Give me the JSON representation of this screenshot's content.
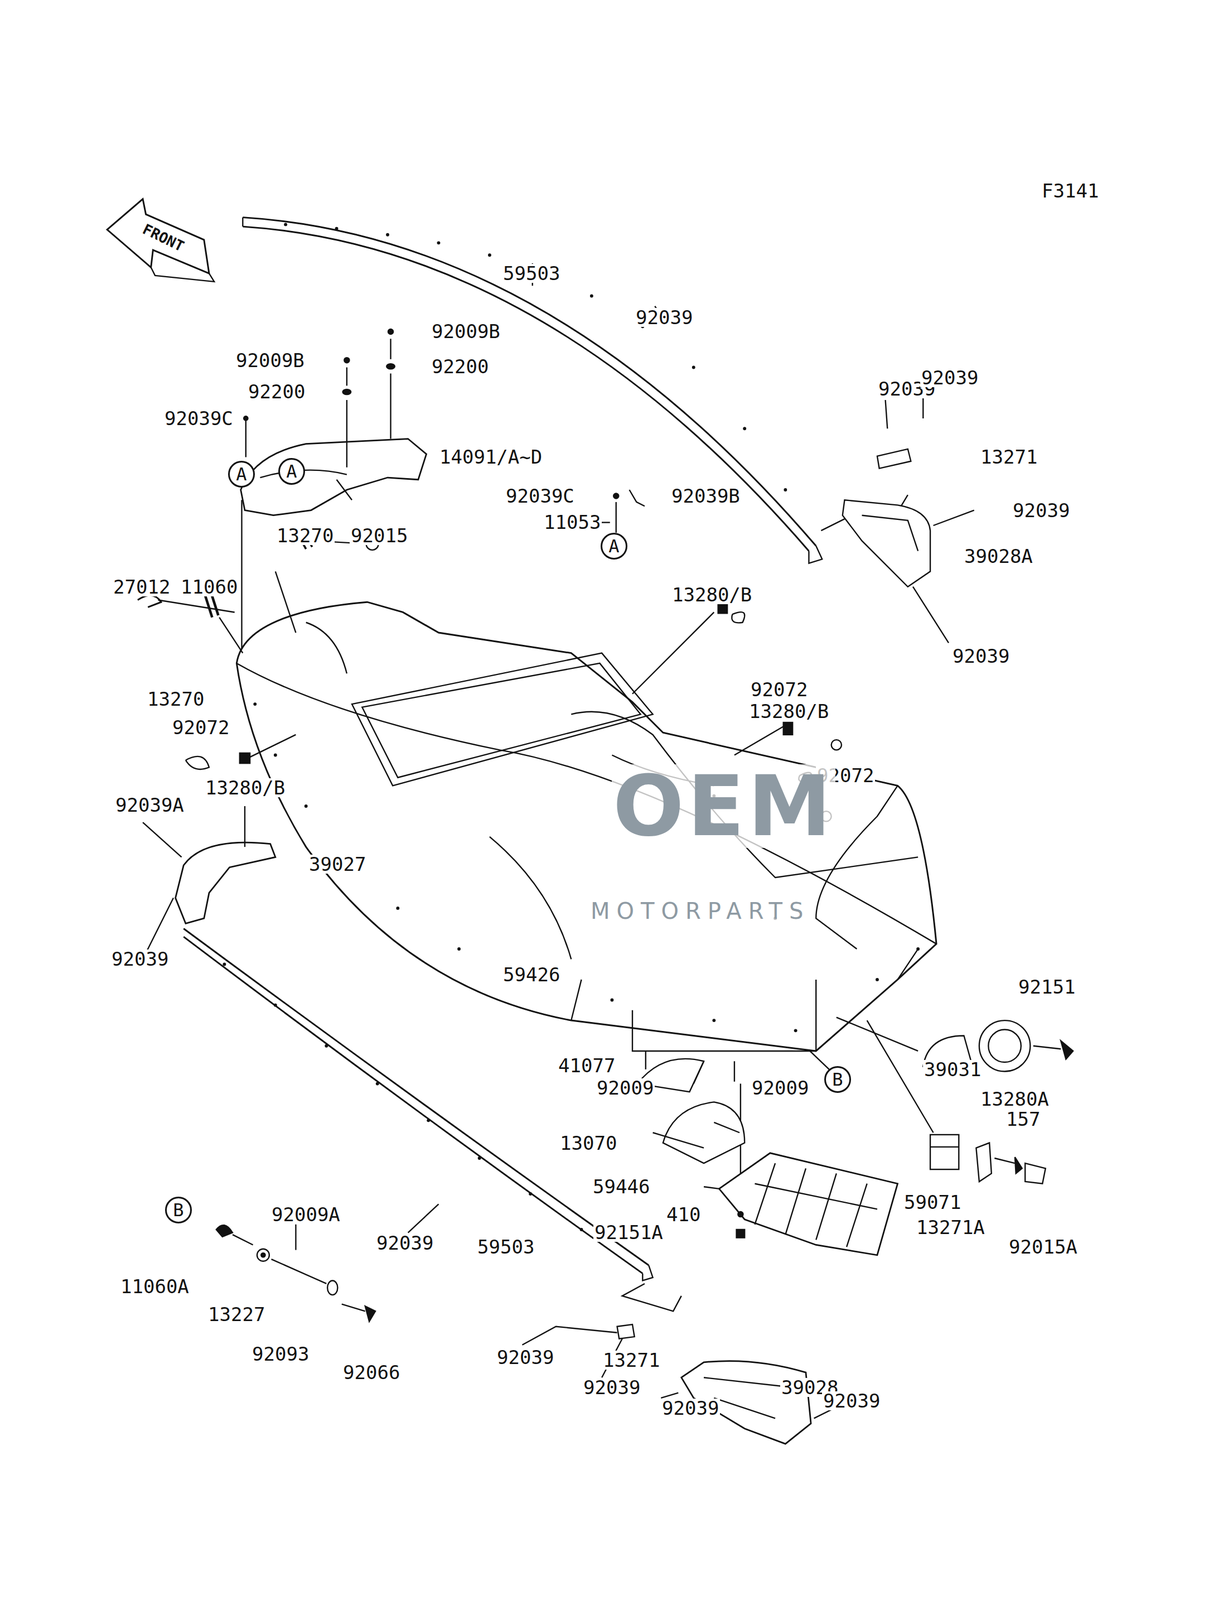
{
  "diagram": {
    "nodes": [
      {
        "text": [
          "A"
        ]
      },
      {
        "text": [
          "A"
        ]
      },
      {
        "text": [
          "A"
        ]
      },
      {
        "text": [
          "B"
        ]
      },
      {
        "text": [
          "B"
        ]
      }
    ],
    "labels": [
      "F3141",
      "FRONT",
      "59503",
      "92039",
      "92009B",
      "92009B",
      "92200",
      "92200",
      "92039C",
      "92039",
      "92039",
      "14091/A~D",
      "13271",
      "92039C",
      "92039B",
      "11053",
      "92039",
      "39028A",
      "13270",
      "92015",
      "27012",
      "11060",
      "13280/B",
      "92039",
      "92072",
      "13270",
      "13280/B",
      "92072",
      "92072",
      "13280/B",
      "92039A",
      "39027",
      "OEM",
      "MOTORPARTS",
      "92039",
      "59426",
      "92151",
      "41077",
      "39031",
      "92009",
      "92009",
      "13280A",
      "157",
      "13070",
      "59446",
      "59071",
      "92009A",
      "410",
      "13271A",
      "92151A",
      "92039",
      "59503",
      "92015A",
      "11060A",
      "13227",
      "92093",
      "92039",
      "13271",
      "92066",
      "92039",
      "39028",
      "92039",
      "92039"
    ]
  }
}
